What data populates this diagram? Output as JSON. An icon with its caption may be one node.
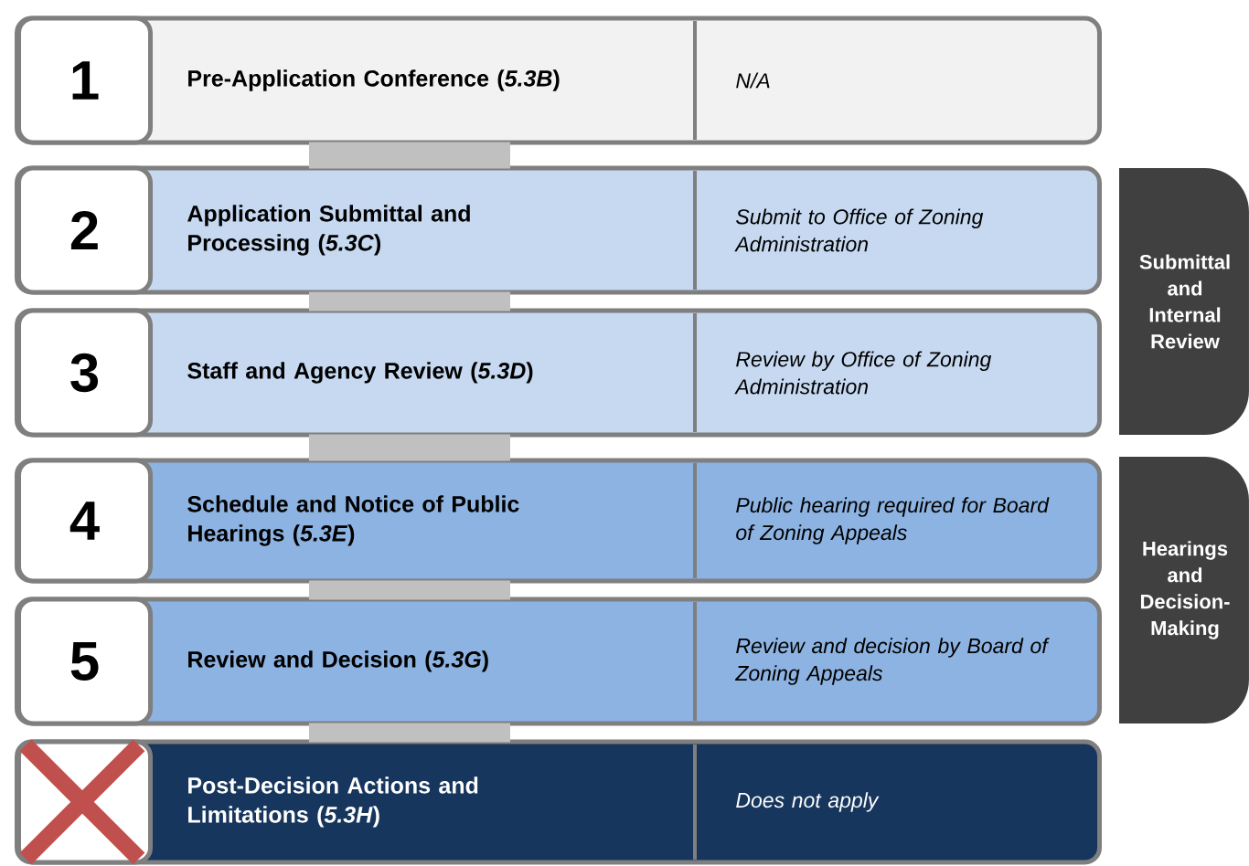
{
  "diagram": {
    "nodes": [
      {
        "text": [
          "Pre-Application Conference (*5.3B*)",
          "N/A"
        ]
      },
      {
        "text": [
          "1"
        ],
        "in": 0
      },
      {
        "text": [
          "Application Submittal and Processing (*5.3C*)",
          "Submit to Office of Zoning Administration"
        ]
      },
      {
        "text": [
          "2"
        ],
        "in": 2
      },
      {
        "text": [
          "Staff and Agency Review (*5.3D*)",
          "Review by Office of Zoning Administration"
        ]
      },
      {
        "text": [
          "3"
        ],
        "in": 4
      },
      {
        "text": [
          "Schedule and Notice of Public Hearings (*5.3E*)",
          "Public hearing required for Board of Zoning Appeals"
        ]
      },
      {
        "text": [
          "4"
        ],
        "in": 6
      },
      {
        "text": [
          "Review and Decision (*5.3G*)",
          "Review and decision by Board of Zoning Appeals"
        ]
      },
      {
        "text": [
          "5"
        ],
        "in": 8
      },
      {
        "text": [
          "Post-Decision Actions and Limitations (*5.3H*)",
          "Does not apply"
        ]
      },
      {
        "text": [],
        "shape": "box",
        "in": 10
      },
      {
        "text": [
          "Submittal and Internal Review"
        ]
      },
      {
        "text": [
          "Hearings and Decision-Making"
        ]
      }
    ],
    "edges": [
      {
        "from": 0,
        "to": 2,
        "arrow": "none"
      },
      {
        "from": 2,
        "to": 4,
        "arrow": "none"
      },
      {
        "from": 4,
        "to": 6,
        "arrow": "none"
      },
      {
        "from": 6,
        "to": 8,
        "arrow": "none"
      },
      {
        "from": 8,
        "to": 10,
        "arrow": "none"
      }
    ]
  }
}
